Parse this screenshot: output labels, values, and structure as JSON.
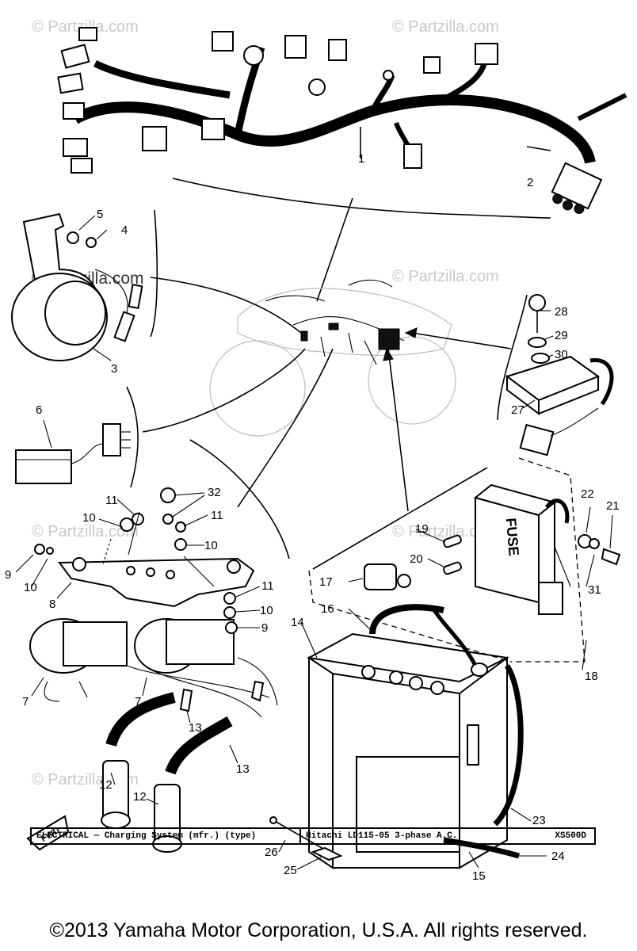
{
  "watermark": "© Partzilla.com",
  "callouts": [
    "1",
    "2",
    "3",
    "4",
    "5",
    "6",
    "7",
    "7",
    "8",
    "9",
    "9",
    "10",
    "10",
    "10",
    "10",
    "11",
    "11",
    "11",
    "12",
    "12",
    "13",
    "13",
    "14",
    "15",
    "16",
    "17",
    "18",
    "19",
    "20",
    "21",
    "22",
    "23",
    "24",
    "25",
    "26",
    "27",
    "28",
    "29",
    "30",
    "31",
    "32"
  ],
  "fwd_label": "FWD",
  "fuse_label": "FUSE",
  "caption": {
    "left": "ELECTRICAL — Charging System (mfr.) (type)",
    "middle": "Hitachi LD115-05 3-phase A.C.",
    "right": "XS500D"
  },
  "copyright": "©2013  Yamaha Motor Corporation, U.S.A. All rights reserved."
}
